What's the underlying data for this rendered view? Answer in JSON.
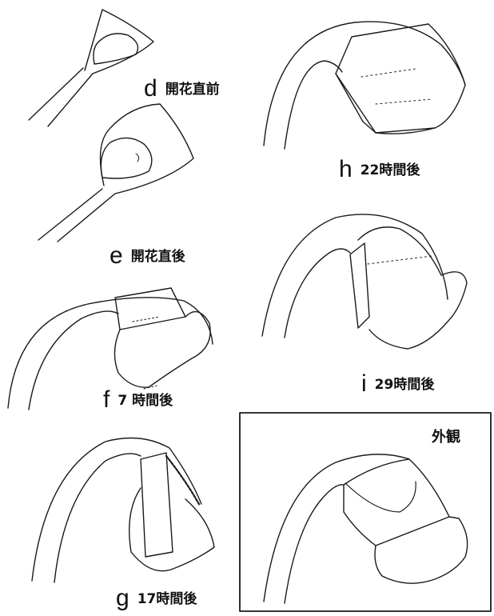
{
  "panels": [
    {
      "id": "d",
      "letter": "d",
      "caption": "開花直前"
    },
    {
      "id": "e",
      "letter": "e",
      "caption": "開花直後"
    },
    {
      "id": "f",
      "letter": "f",
      "caption": "7 時間後"
    },
    {
      "id": "g",
      "letter": "g",
      "caption": "17時間後"
    },
    {
      "id": "h",
      "letter": "h",
      "caption": "22時間後"
    },
    {
      "id": "i",
      "letter": "i",
      "caption": "29時間後"
    }
  ],
  "inset": {
    "title": "外観"
  }
}
